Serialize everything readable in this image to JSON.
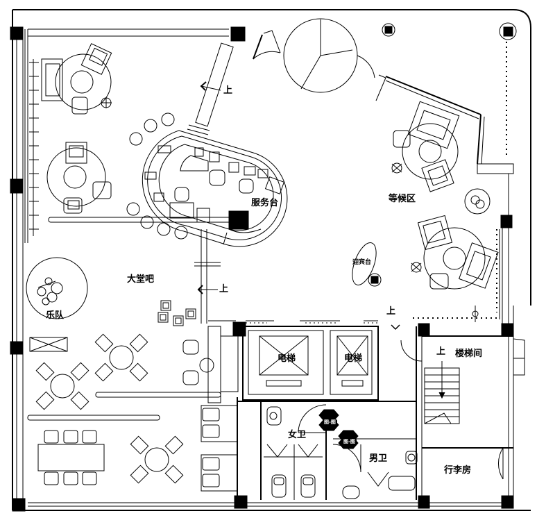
{
  "labels": {
    "service_desk": "服务台",
    "waiting_area": "等候区",
    "lobby_bar": "大堂吧",
    "band": "乐队",
    "elevator": "电梯",
    "stairwell": "楼梯间",
    "luggage_room": "行李房",
    "women_wc": "女卫",
    "men_wc": "男卫",
    "up": "上",
    "small_label": "迎宾台",
    "badge": "图-图"
  },
  "colors": {
    "line": "#000000",
    "background": "#ffffff"
  }
}
